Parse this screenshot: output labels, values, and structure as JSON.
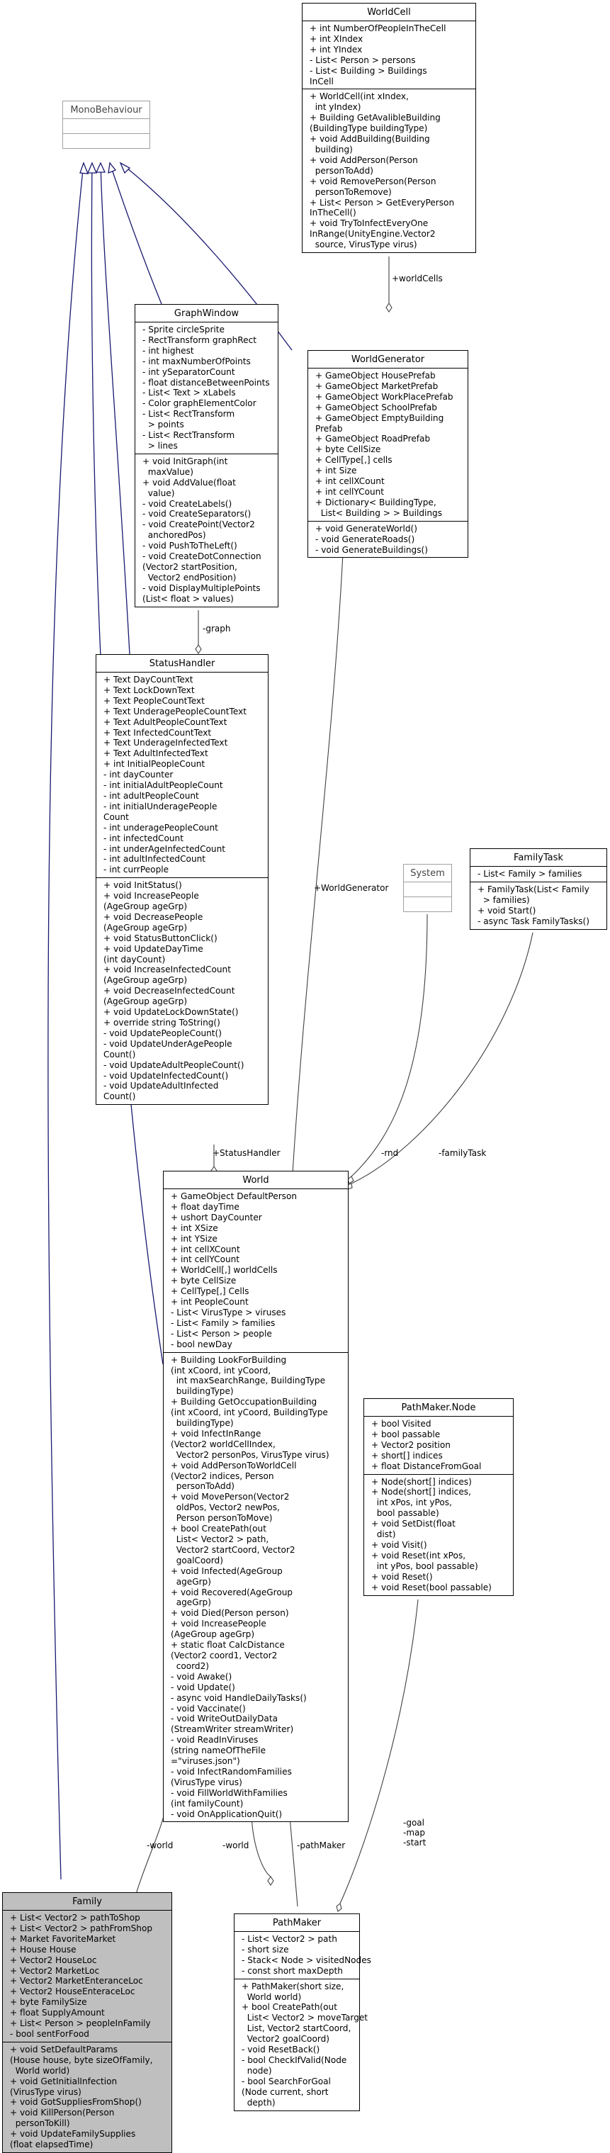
{
  "classes": {
    "worldcell": {
      "name": "WorldCell",
      "attributes": [
        "+ int NumberOfPeopleInTheCell",
        "+ int XIndex",
        "+ int YIndex",
        "- List< Person > persons",
        "- List< Building > Buildings",
        "InCell"
      ],
      "methods": [
        "+ WorldCell(int xIndex,",
        "  int yIndex)",
        "+ Building GetAvalibleBuilding",
        "(BuildingType buildingType)",
        "+ void AddBuilding(Building",
        "  building)",
        "+ void AddPerson(Person",
        "  personToAdd)",
        "+ void RemovePerson(Person",
        "  personToRemove)",
        "+ List< Person > GetEveryPerson",
        "InTheCell()",
        "+ void TryToInfectEveryOne",
        "InRange(UnityEngine.Vector2",
        "  source, VirusType virus)"
      ]
    },
    "monobehaviour": {
      "name": "MonoBehaviour",
      "attributes": [],
      "methods": []
    },
    "graphwindow": {
      "name": "GraphWindow",
      "attributes": [
        "- Sprite circleSprite",
        "- RectTransform graphRect",
        "- int highest",
        "- int maxNumberOfPoints",
        "- int ySeparatorCount",
        "- float distanceBetweenPoints",
        "- List< Text > xLabels",
        "- Color graphElementColor",
        "- List< RectTransform",
        "  > points",
        "- List< RectTransform",
        "  > lines"
      ],
      "methods": [
        "+ void InitGraph(int",
        "  maxValue)",
        "+ void AddValue(float",
        "  value)",
        "- void CreateLabels()",
        "- void CreateSeparators()",
        "- void CreatePoint(Vector2",
        "  anchoredPos)",
        "- void PushToTheLeft()",
        "- void CreateDotConnection",
        "(Vector2 startPosition,",
        "  Vector2 endPosition)",
        "- void DisplayMultiplePoints",
        "(List< float > values)"
      ]
    },
    "worldgenerator": {
      "name": "WorldGenerator",
      "attributes": [
        "+ GameObject HousePrefab",
        "+ GameObject MarketPrefab",
        "+ GameObject WorkPlacePrefab",
        "+ GameObject SchoolPrefab",
        "+ GameObject EmptyBuilding",
        "Prefab",
        "+ GameObject RoadPrefab",
        "+ byte CellSize",
        "+ CellType[,] cells",
        "+ int Size",
        "+ int cellXCount",
        "+ int cellYCount",
        "+ Dictionary< BuildingType,",
        "  List< Building > > Buildings"
      ],
      "methods": [
        "+ void GenerateWorld()",
        "- void GenerateRoads()",
        "- void GenerateBuildings()"
      ]
    },
    "statushandler": {
      "name": "StatusHandler",
      "attributes": [
        "+ Text DayCountText",
        "+ Text LockDownText",
        "+ Text PeopleCountText",
        "+ Text UnderagePeopleCountText",
        "+ Text AdultPeopleCountText",
        "+ Text InfectedCountText",
        "+ Text UnderageInfectedText",
        "+ Text AdultInfectedText",
        "+ int InitialPeopleCount",
        "- int dayCounter",
        "- int initialAdultPeopleCount",
        "- int adultPeopleCount",
        "- int initialUnderagePeople",
        "Count",
        "- int underagePeopleCount",
        "- int infectedCount",
        "- int underAgeInfectedCount",
        "- int adultInfectedCount",
        "- int currPeople"
      ],
      "methods": [
        "+ void InitStatus()",
        "+ void IncreasePeople",
        "(AgeGroup ageGrp)",
        "+ void DecreasePeople",
        "(AgeGroup ageGrp)",
        "+ void StatusButtonClick()",
        "+ void UpdateDayTime",
        "(int dayCount)",
        "+ void IncreaseInfectedCount",
        "(AgeGroup ageGrp)",
        "+ void DecreaseInfectedCount",
        "(AgeGroup ageGrp)",
        "+ void UpdateLockDownState()",
        "+ override string ToString()",
        "- void UpdatePeopleCount()",
        "- void UpdateUnderAgePeople",
        "Count()",
        "- void UpdateAdultPeopleCount()",
        "- void UpdateInfectedCount()",
        "- void UpdateAdultInfected",
        "Count()"
      ]
    },
    "system": {
      "name": "System",
      "attributes": [],
      "methods": []
    },
    "familytask": {
      "name": "FamilyTask",
      "attributes": [
        "- List< Family > families"
      ],
      "methods": [
        "+ FamilyTask(List< Family",
        "  > families)",
        "+ void Start()",
        "- async Task FamilyTasks()"
      ]
    },
    "world": {
      "name": "World",
      "attributes": [
        "+ GameObject DefaultPerson",
        "+ float dayTime",
        "+ ushort DayCounter",
        "+ int XSize",
        "+ int YSize",
        "+ int cellXCount",
        "+ int cellYCount",
        "+ WorldCell[,] worldCells",
        "+ byte CellSize",
        "+ CellType[,] Cells",
        "+ int PeopleCount",
        "- List< VirusType > viruses",
        "- List< Family > families",
        "- List< Person > people",
        "- bool newDay"
      ],
      "methods": [
        "+ Building LookForBuilding",
        "(int xCoord, int yCoord,",
        "  int maxSearchRange, BuildingType",
        "  buildingType)",
        "+ Building GetOccupationBuilding",
        "(int xCoord, int yCoord, BuildingType",
        "  buildingType)",
        "+ void InfectInRange",
        "(Vector2 worldCellIndex,",
        "  Vector2 personPos, VirusType virus)",
        "+ void AddPersonToWorldCell",
        "(Vector2 indices, Person",
        "  personToAdd)",
        "+ void MovePerson(Vector2",
        "  oldPos, Vector2 newPos,",
        "  Person personToMove)",
        "+ bool CreatePath(out",
        "  List< Vector2 > path,",
        "  Vector2 startCoord, Vector2",
        "  goalCoord)",
        "+ void Infected(AgeGroup",
        "  ageGrp)",
        "+ void Recovered(AgeGroup",
        "  ageGrp)",
        "+ void Died(Person person)",
        "+ void IncreasePeople",
        "(AgeGroup ageGrp)",
        "+ static float CalcDistance",
        "(Vector2 coord1, Vector2",
        "  coord2)",
        "- void Awake()",
        "- void Update()",
        "- async void HandleDailyTasks()",
        "- void Vaccinate()",
        "- void WriteOutDailyData",
        "(StreamWriter streamWriter)",
        "- void ReadInViruses",
        "(string nameOfTheFile",
        "=\"viruses.json\")",
        "- void InfectRandomFamilies",
        "(VirusType virus)",
        "- void FillWorldWithFamilies",
        "(int familyCount)",
        "- void OnApplicationQuit()"
      ]
    },
    "node": {
      "name": "PathMaker.Node",
      "attributes": [
        "+ bool Visited",
        "+ bool passable",
        "+ Vector2 position",
        "+ short[] indices",
        "+ float DistanceFromGoal"
      ],
      "methods": [
        "+ Node(short[] indices)",
        "+ Node(short[] indices,",
        "  int xPos, int yPos,",
        "  bool passable)",
        "+ void SetDist(float",
        "  dist)",
        "+ void Visit()",
        "+ void Reset(int xPos,",
        "  int yPos, bool passable)",
        "+ void Reset()",
        "+ void Reset(bool passable)"
      ]
    },
    "family": {
      "name": "Family",
      "attributes": [
        "+ List< Vector2 > pathToShop",
        "+ List< Vector2 > pathFromShop",
        "+ Market FavoriteMarket",
        "+ House House",
        "+ Vector2 HouseLoc",
        "+ Vector2 MarketLoc",
        "+ Vector2 MarketEnteranceLoc",
        "+ Vector2 HouseEnteraceLoc",
        "+ byte FamilySize",
        "+ float SupplyAmount",
        "+ List< Person > peopleInFamily",
        "- bool sentForFood"
      ],
      "methods": [
        "+ void SetDefaultParams",
        "(House house, byte sizeOfFamily,",
        "  World world)",
        "+ void GetInitialInfection",
        "(VirusType virus)",
        "+ void GotSuppliesFromShop()",
        "+ void KillPerson(Person",
        "  personToKill)",
        "+ void UpdateFamilySupplies",
        "(float elapsedTime)"
      ]
    },
    "pathmaker": {
      "name": "PathMaker",
      "attributes": [
        "- List< Vector2 > path",
        "- short size",
        "- Stack< Node > visitedNodes",
        "- const short maxDepth"
      ],
      "methods": [
        "+ PathMaker(short size,",
        "  World world)",
        "+ bool CreatePath(out",
        "  List< Vector2 > moveTarget",
        "  List, Vector2 startCoord,",
        "  Vector2 goalCoord)",
        "- void ResetBack()",
        "- bool CheckIfValid(Node",
        "  node)",
        "- bool SearchForGoal",
        "(Node current, short",
        "  depth)"
      ]
    }
  },
  "edge_labels": {
    "worldcells": "+worldCells",
    "graph": "-graph",
    "worldgenerator": "+WorldGenerator",
    "statushandler": "+StatusHandler",
    "rnd": "-rnd",
    "familytask": "-familyTask",
    "world_family": "-world",
    "world_pathmaker": "-world",
    "pathmaker": "-pathMaker",
    "goal_map_start": "-goal\n-map\n-start"
  },
  "colors": {
    "inheritance": "#191970",
    "association": "#404040",
    "highlight": "#bfbfbf"
  }
}
